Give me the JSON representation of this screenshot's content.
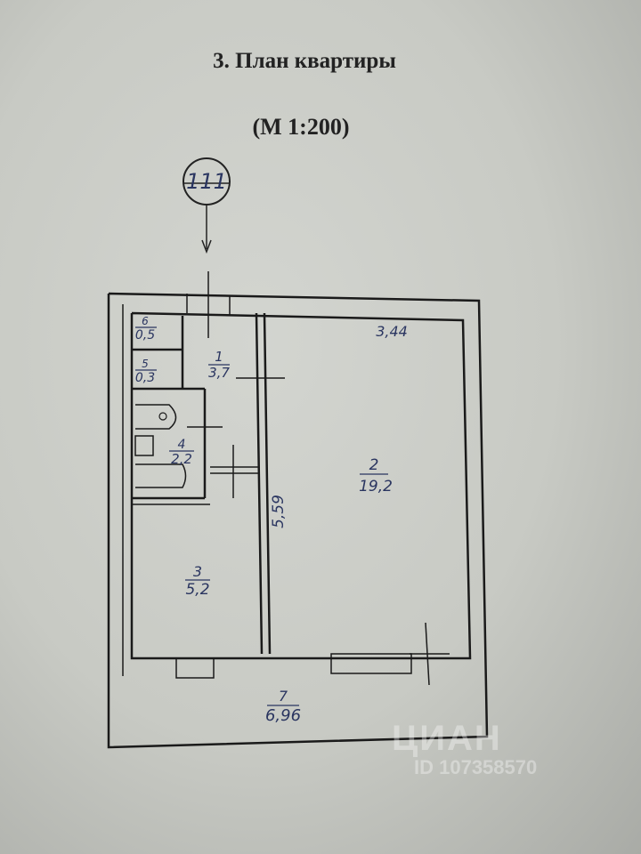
{
  "header": {
    "title": "3. План квартиры",
    "scale": "(М 1:200)"
  },
  "entrance_marker": {
    "label": "111"
  },
  "rooms": [
    {
      "number": "1",
      "area": "3,7"
    },
    {
      "number": "2",
      "area": "19,2"
    },
    {
      "number": "3",
      "area": "5,2"
    },
    {
      "number": "4",
      "area": "2,2"
    },
    {
      "number": "5",
      "area": "0,3"
    },
    {
      "number": "6",
      "area": "0,5"
    },
    {
      "number": "7",
      "area": "6,96"
    }
  ],
  "dimensions": {
    "width": "3,44",
    "length": "5,59"
  },
  "watermark": {
    "brand": "ЦИАН",
    "id": "ID 107358570"
  }
}
